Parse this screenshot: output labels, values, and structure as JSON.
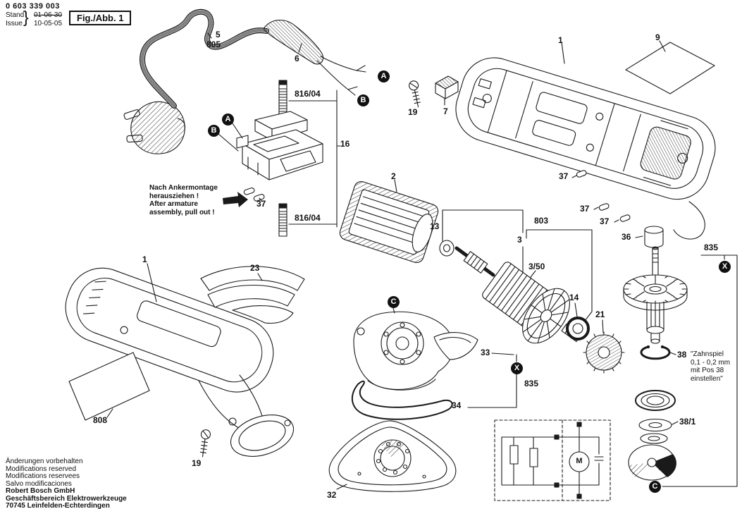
{
  "header": {
    "part_number": "0 603 339 003",
    "stand_label": "Stand",
    "stand_value": "01-06-30",
    "issue_label": "Issue",
    "issue_value": "10-05-05",
    "brace": "}",
    "figure_label": "Fig./Abb. 1"
  },
  "callouts": {
    "five": "5",
    "cord": "805",
    "grommet": "6",
    "stud_top": "816/04",
    "bracket16": "16",
    "pin37_switch": "37",
    "stud_bottom": "816/04",
    "stator": "2",
    "washer13": "13",
    "armature_group": "3",
    "bracket803": "803",
    "armature": "3/50",
    "bearing14": "14",
    "gear21": "21",
    "housing_top": "1",
    "plate9": "9",
    "slider7": "7",
    "screw19_top": "19",
    "pin37_a": "37",
    "pin37_b": "37",
    "pin37_c": "37",
    "sleeve36": "36",
    "assembly835_right": "835",
    "ring38": "38",
    "shims38_1": "38/1",
    "housing_left": "1",
    "baffle23": "23",
    "plate808": "808",
    "screw19_left": "19",
    "deflector33": "33",
    "assembly835_mid": "835",
    "clip34": "34",
    "pad32": "32"
  },
  "markers": {
    "A": "A",
    "B": "B",
    "X": "X",
    "C": "C"
  },
  "notes": {
    "armature": [
      "Nach Ankermontage",
      "herausziehen !",
      "After armature",
      "assembly, pull out !"
    ],
    "zahnspiel": [
      "\"Zahnspiel",
      "0,1 - 0,2 mm",
      "mit Pos 38",
      "einstellen\""
    ]
  },
  "circuit": {
    "motor_label": "M"
  },
  "footer": {
    "notices": [
      "Änderungen vorbehalten",
      "Modifications reserved",
      "Modifications reservees",
      "Salvo modificaciones"
    ],
    "company": [
      "Robert Bosch GmbH",
      "Geschäftsbereich Elektrowerkzeuge",
      "70745 Leinfelden-Echterdingen"
    ]
  },
  "colors": {
    "ink": "#1a1a1a",
    "paper": "#ffffff"
  }
}
